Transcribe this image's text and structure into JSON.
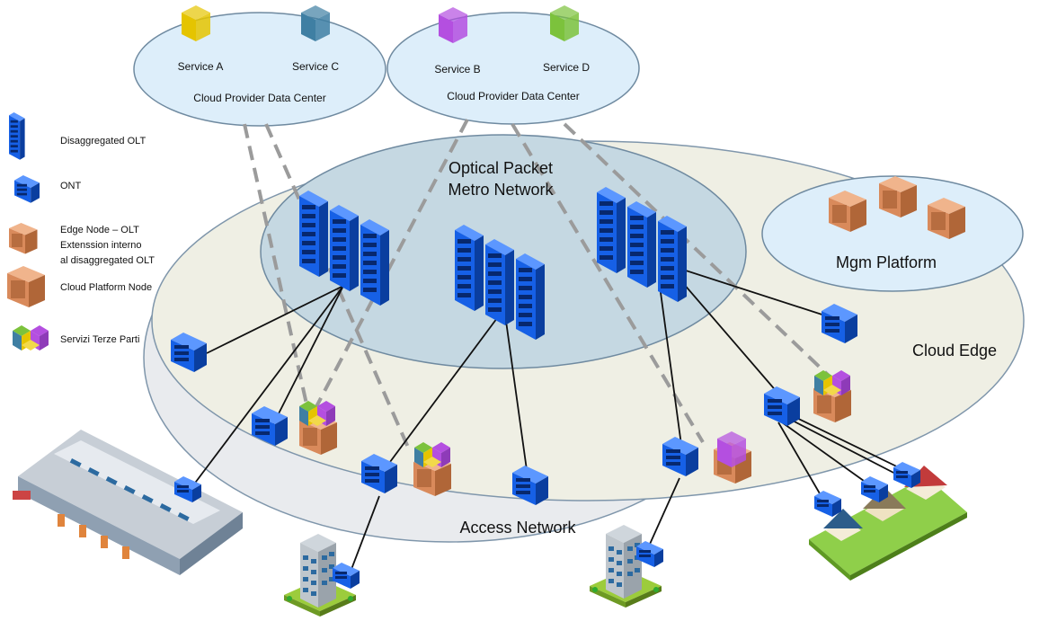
{
  "legend": {
    "olt": "Disaggregated OLT",
    "ont": "ONT",
    "edge_node_line1": "Edge Node – OLT",
    "edge_node_line2": "Extenssion interno",
    "edge_node_line3": "al disaggregated OLT",
    "cloud_node": "Cloud Platform Node",
    "third_party": "Servizi Terze Parti"
  },
  "data_centers": [
    {
      "label": "Cloud Provider Data Center",
      "services": [
        "Service A",
        "Service C"
      ]
    },
    {
      "label": "Cloud Provider Data Center",
      "services": [
        "Service B",
        "Service D"
      ]
    }
  ],
  "metro": {
    "line1": "Optical Packet",
    "line2": "Metro Network"
  },
  "mgm": {
    "label": "Mgm Platform"
  },
  "cloud_edge": {
    "label": "Cloud Edge"
  },
  "access": {
    "label": "Access Network"
  },
  "colors": {
    "service_a": "#e5c400",
    "service_c": "#3f7fa3",
    "service_b": "#b44fe0",
    "service_d": "#7cc23c",
    "dc_fill": "#ddeefa",
    "metro_fill": "#c5d8e2",
    "cloud_edge_fill": "#efefe4",
    "access_fill": "#e9ebee",
    "server_blue": "#0a5ad6",
    "edge_orange": "#d98a5b"
  }
}
